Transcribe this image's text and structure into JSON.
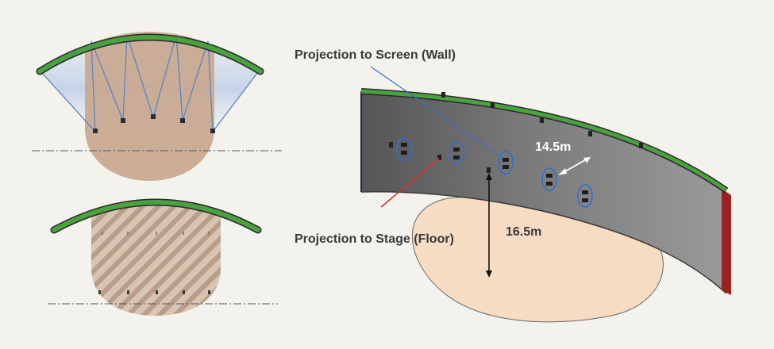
{
  "labels": {
    "wall_projection": "Projection to Screen (Wall)",
    "floor_projection": "Projection to Stage (Floor)",
    "dimension_width": "14.5m",
    "dimension_height": "16.5m"
  },
  "colors": {
    "background": "#f4f2ec",
    "screen_arc": "#4aa13f",
    "stage_fill": "#c9aa92",
    "floor_fill": "#f5dcc3",
    "wall_gray": "#6e6e6e",
    "beam_blue": "#5b84c4",
    "callout_red": "#d0342c",
    "wall_edge_red": "#9c2121"
  }
}
